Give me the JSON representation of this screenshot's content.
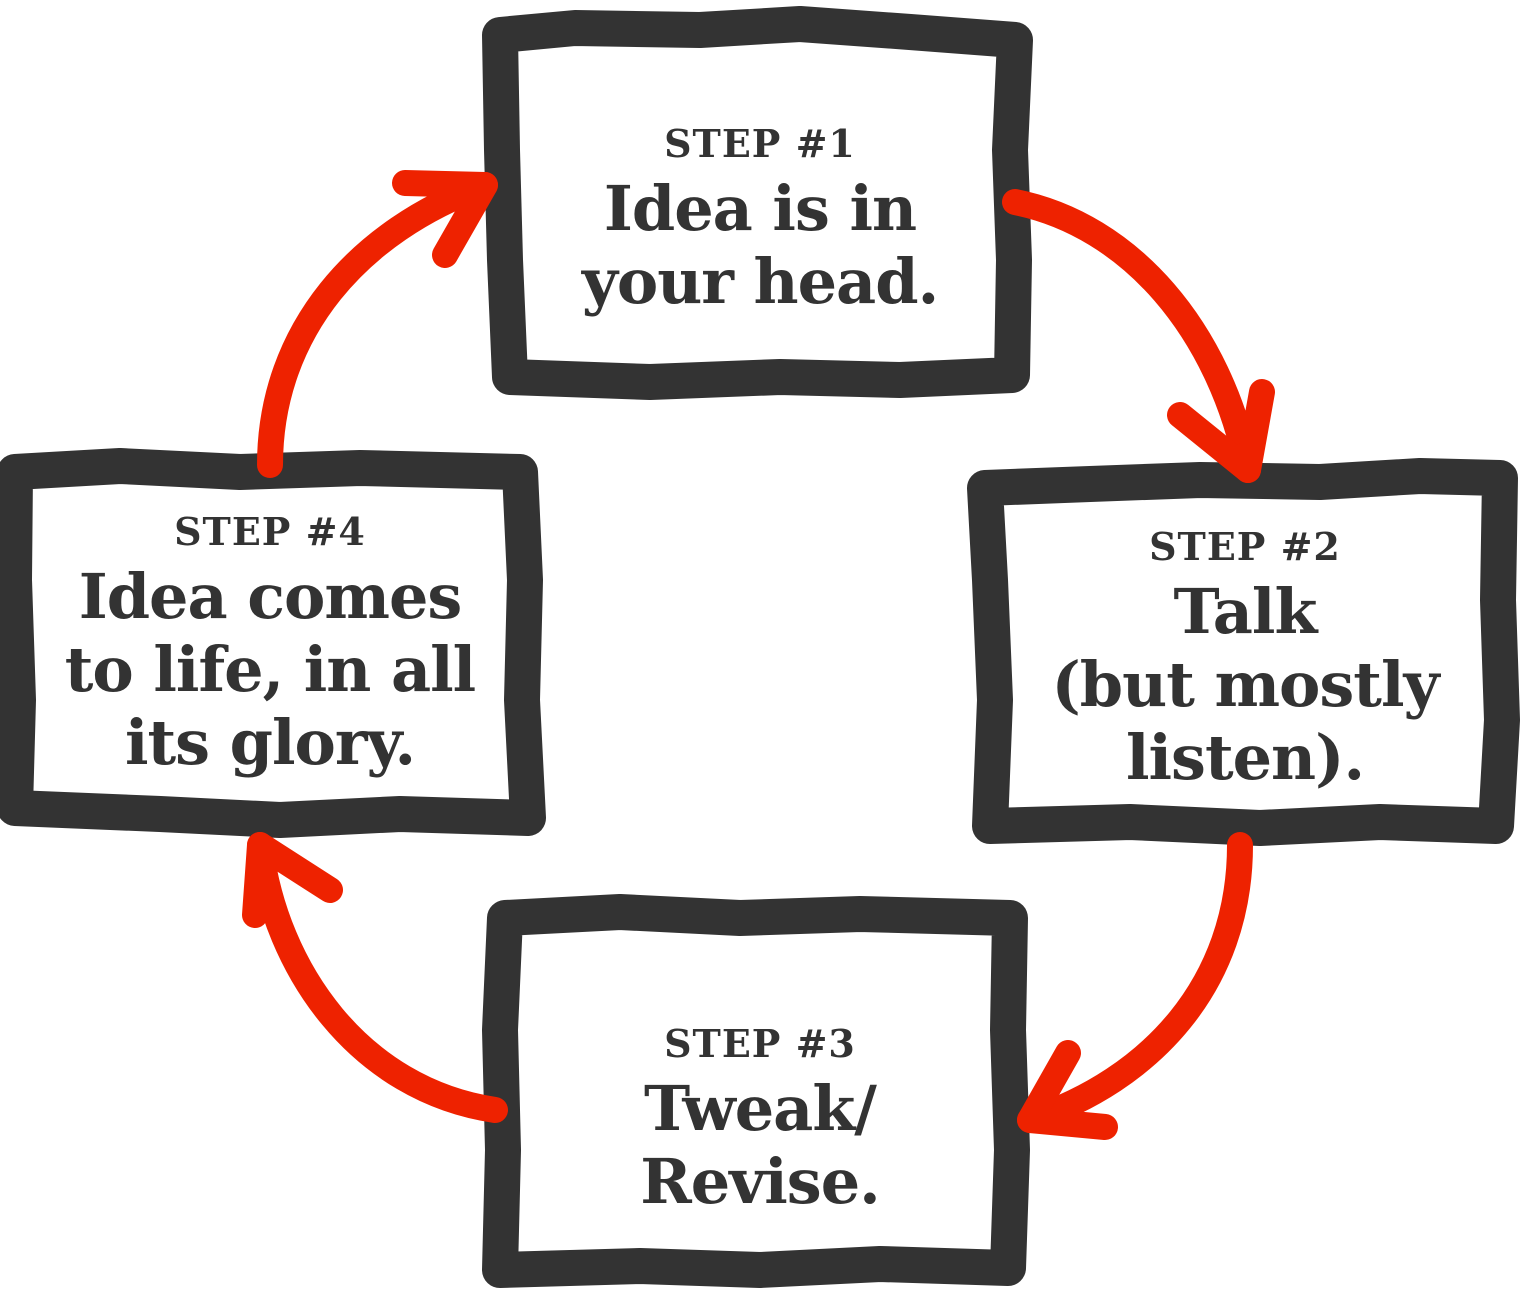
{
  "colors": {
    "box_stroke": "#333333",
    "arrow": "#ee2200",
    "text": "#333333",
    "background": "#ffffff"
  },
  "steps": [
    {
      "number": "STEP #1",
      "text": "Idea is in\nyour head."
    },
    {
      "number": "STEP #2",
      "text": "Talk\n(but mostly\nlisten)."
    },
    {
      "number": "STEP #3",
      "text": "Tweak/\nRevise."
    },
    {
      "number": "STEP #4",
      "text": "Idea comes\nto life, in all\nits glory."
    }
  ]
}
